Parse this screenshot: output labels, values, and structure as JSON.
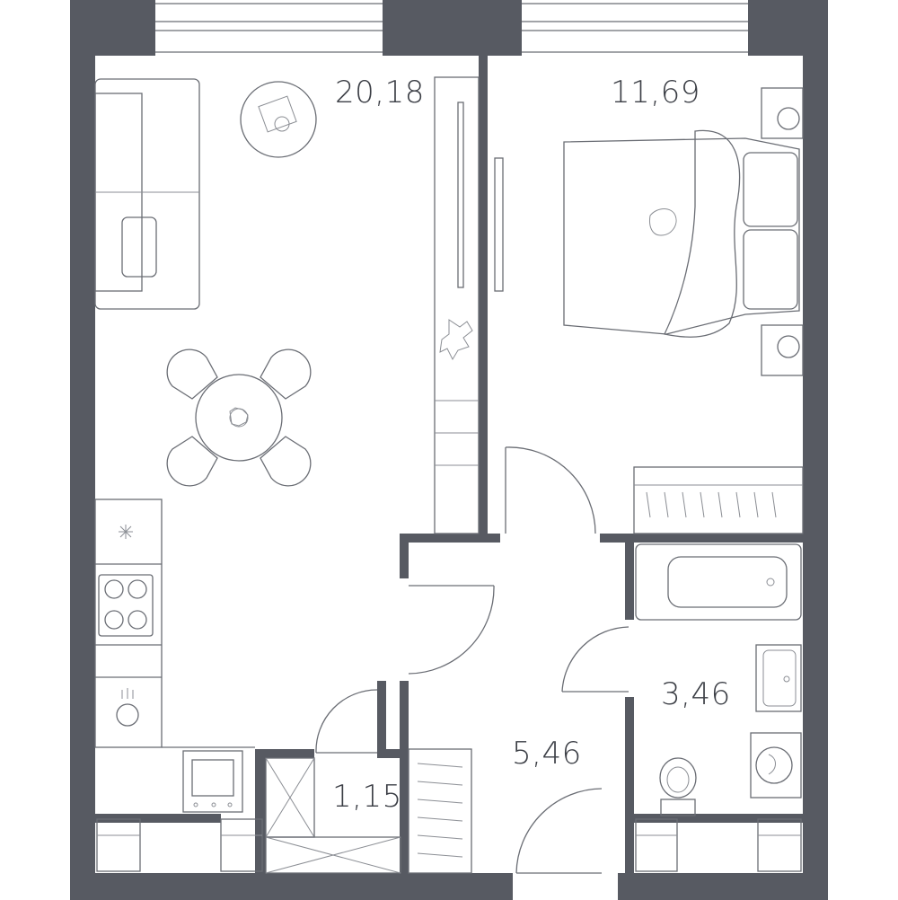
{
  "rooms": {
    "living_kitchen": {
      "area": "20,18"
    },
    "bedroom": {
      "area": "11,69"
    },
    "bathroom": {
      "area": "3,46"
    },
    "hallway": {
      "area": "5,46"
    },
    "storage": {
      "area": "1,15"
    }
  },
  "colors": {
    "wall": "#575a62",
    "furniture_line": "#6a6d74",
    "label": "#3b3e45",
    "background": "#ffffff"
  }
}
